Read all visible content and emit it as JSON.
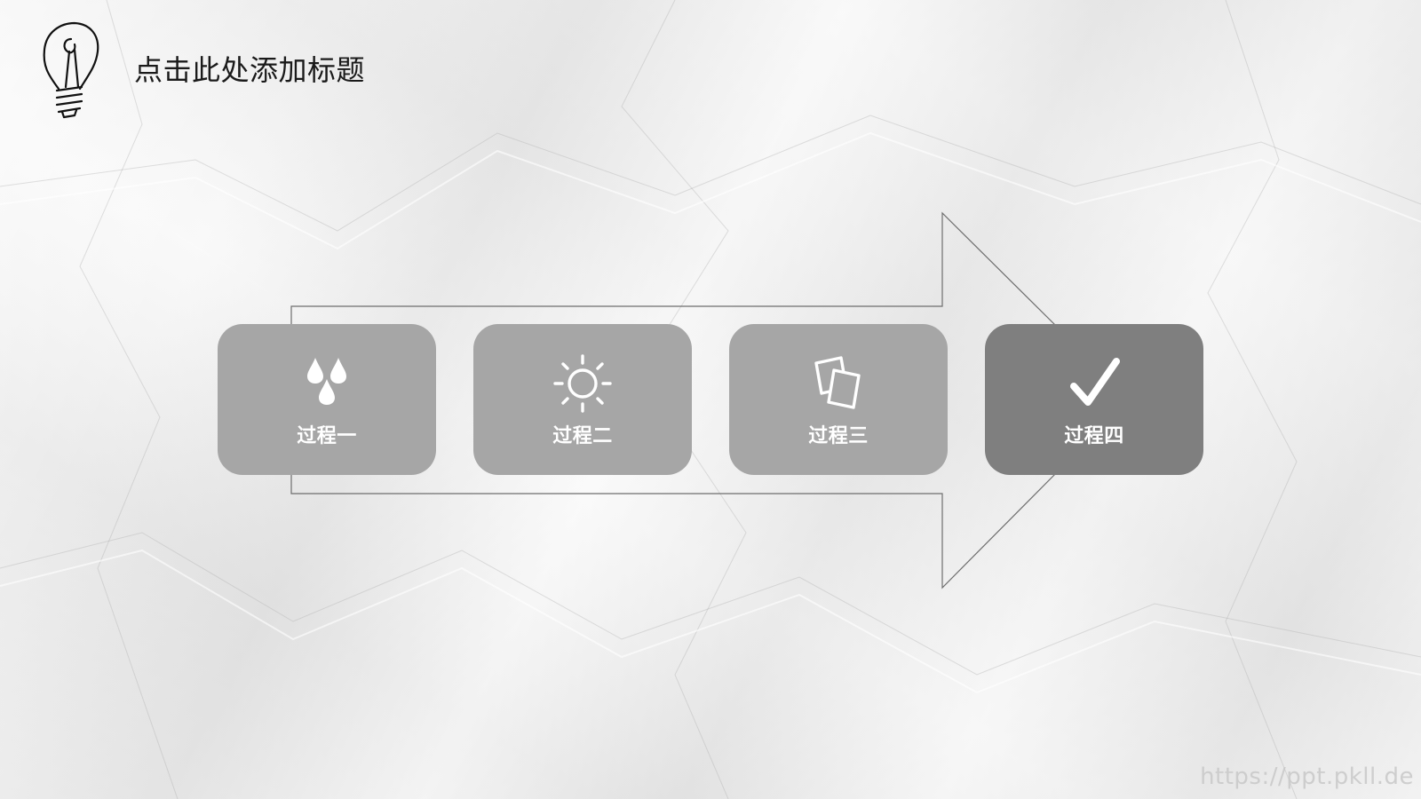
{
  "slide": {
    "title": "点击此处添加标题",
    "watermark": "https://ppt.pkll.de"
  },
  "steps": [
    {
      "label": "过程一",
      "icon": "water-drops-icon",
      "color": "#a6a6a6"
    },
    {
      "label": "过程二",
      "icon": "sun-icon",
      "color": "#a6a6a6"
    },
    {
      "label": "过程三",
      "icon": "cards-icon",
      "color": "#a6a6a6"
    },
    {
      "label": "过程四",
      "icon": "checkmark-icon",
      "color": "#7f7f7f"
    }
  ],
  "colors": {
    "step_box": "#a6a6a6",
    "step_box_highlight": "#7f7f7f",
    "arrow_outline": "#6e6e6e",
    "text_on_box": "#ffffff"
  }
}
